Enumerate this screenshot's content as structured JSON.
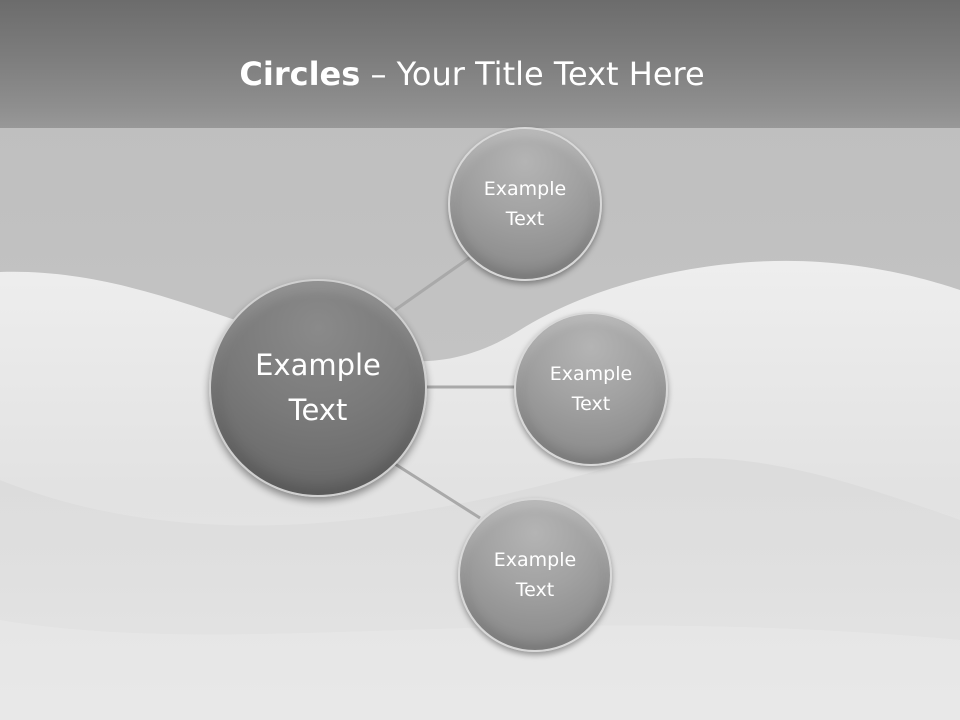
{
  "title": {
    "bold": "Circles",
    "rest": " – Your Title Text Here"
  },
  "center_circle": {
    "label": "Example\nText"
  },
  "outer_circles": [
    {
      "label": "Example\nText"
    },
    {
      "label": "Example\nText"
    },
    {
      "label": "Example\nText"
    }
  ],
  "colors": {
    "title_band": "#7d7d7d",
    "center_circle": "#7a7a7a",
    "outer_circle": "#a2a2a2",
    "connector": "#a8a8a8",
    "text": "#ffffff"
  }
}
